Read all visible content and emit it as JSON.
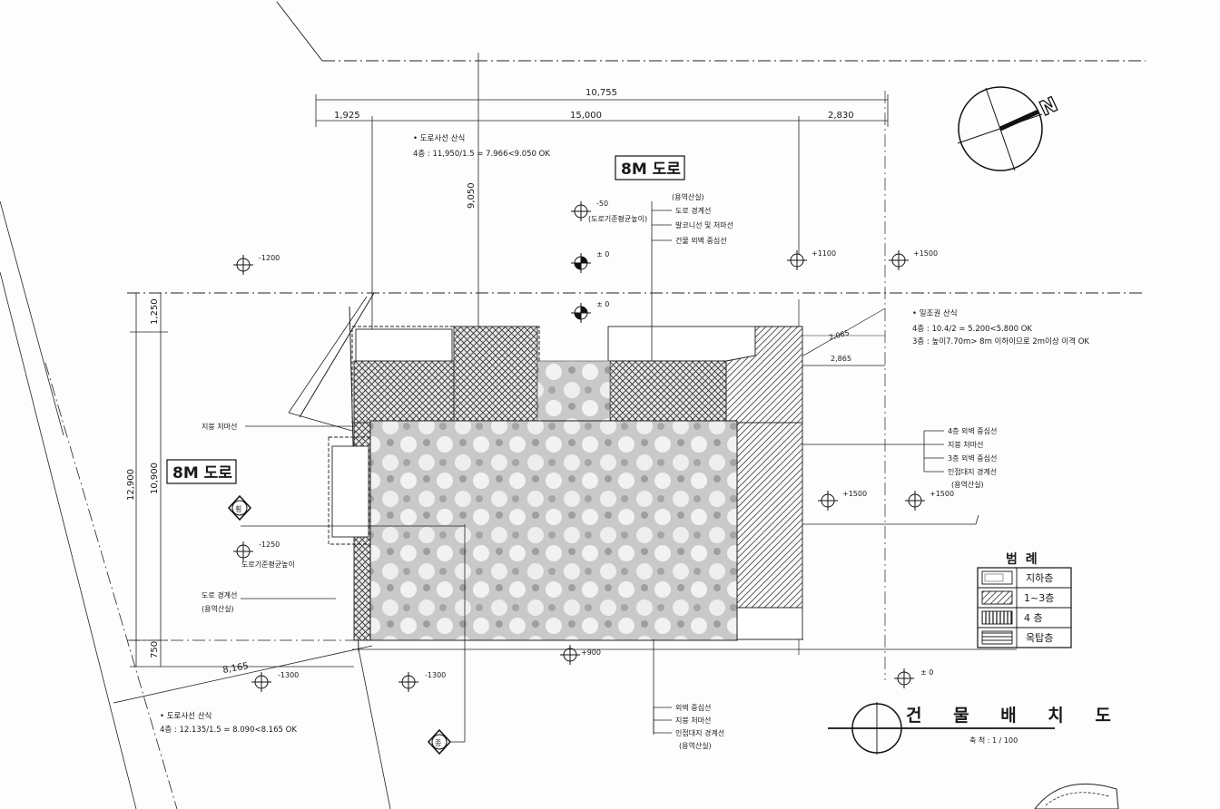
{
  "dimensions": {
    "top_total": "10,755",
    "top_left": "1,925",
    "top_mid": "15,000",
    "top_right": "2,830",
    "vert_9050": "9,050",
    "left_outer": "12,900",
    "left_inner": "10,900",
    "left_top": "1,250",
    "left_bottom": "750",
    "bottom_diag": "8,165",
    "diag_a": "2,065",
    "diag_b": "2,865"
  },
  "notes": {
    "road_note_top_title": "• 도로사선 산식",
    "road_note_top_formula": "4층 : 11,950/1.5 = 7.966<9.050 OK",
    "sun_note_title": "• 일조권 산식",
    "sun_note_line1": "4층 : 10.4/2 = 5.200<5.800 OK",
    "sun_note_line2": "3층 : 높이7.70m> 8m 이하이므로 2m이상 이격 OK",
    "road_note_bottom_title": "• 도로사선 산식",
    "road_note_bottom_formula": "4층 : 12.135/1.5 = 8.090<8.165 OK"
  },
  "roads": {
    "top": "8M 도로",
    "left": "8M 도로"
  },
  "levels": {
    "l_top_road": "-50",
    "l_top_road_sub": "(도로기준평균높이)",
    "l_pm0_a": "± 0",
    "l_pm0_b": "± 0",
    "l_m1200": "-1200",
    "l_p1100": "+1100",
    "l_p1500_tr": "+1500",
    "l_p1500_mid": "+1500",
    "l_p1500_r": "+1500",
    "l_m1250": "-1250",
    "l_m1250_sub": "도로기준평균높이",
    "l_m1300_a": "-1300",
    "l_m1300_b": "-1300",
    "l_p900": "+900",
    "l_pm0_br": "± 0"
  },
  "labels": {
    "top_group_1": "(용역산실)",
    "top_group_2": "도로 경계선",
    "top_group_3": "발코니선 및 처마선",
    "top_group_4": "건물 외벽 중심선",
    "site_line": "지붕 처마선",
    "right_1": "4층 외벽 중심선",
    "right_2": "지붕 처마선",
    "right_3": "3층 외벽 중심선",
    "right_4": "인접대지 경계선",
    "right_5": "(용역산실)",
    "left_road_1": "도로 경계선",
    "left_road_2": "(용역산실)",
    "bottom_1": "외벽 중심선",
    "bottom_2": "지붕 처마선",
    "bottom_3": "인접대지 경계선",
    "bottom_4": "(용역산실)",
    "marker_side": "횡",
    "marker_bottom": "종",
    "north": "N"
  },
  "legend": {
    "title": "범 례",
    "items": [
      {
        "pattern": "basement",
        "label": "지하층"
      },
      {
        "pattern": "diagonal",
        "label": "1~3층"
      },
      {
        "pattern": "vertical",
        "label": "4  층"
      },
      {
        "pattern": "horizontal",
        "label": "옥탑층"
      }
    ]
  },
  "title_block": {
    "title": "건 물 배 치 도",
    "scale": "축 척 : 1 / 100"
  }
}
